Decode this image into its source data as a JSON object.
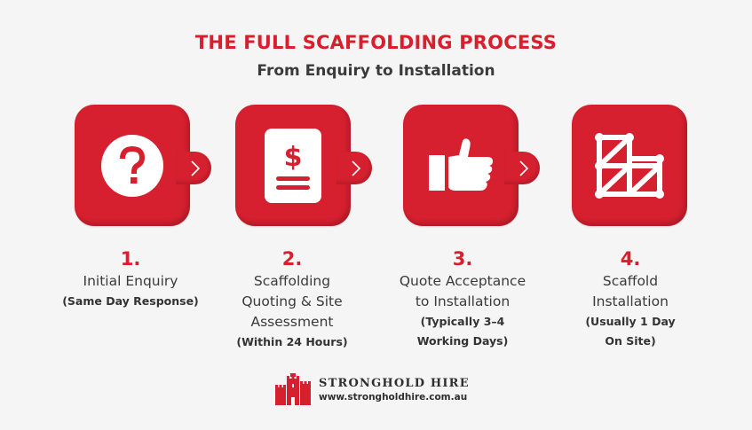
{
  "header": {
    "title": "THE FULL SCAFFOLDING PROCESS",
    "subtitle": "From Enquiry to Installation"
  },
  "colors": {
    "accent": "#d6202f",
    "text": "#3a3a3a",
    "background": "#f5f5f5"
  },
  "steps": [
    {
      "number": "1.",
      "icon": "question-mark-icon",
      "label_lines": [
        "Initial Enquiry"
      ],
      "note_lines": [
        "(Same Day Response)"
      ],
      "has_arrow": true
    },
    {
      "number": "2.",
      "icon": "quote-document-icon",
      "label_lines": [
        "Scaffolding",
        "Quoting & Site",
        "Assessment"
      ],
      "note_lines": [
        "(Within 24 Hours)"
      ],
      "has_arrow": true
    },
    {
      "number": "3.",
      "icon": "thumbs-up-icon",
      "label_lines": [
        "Quote Acceptance",
        "to Installation"
      ],
      "note_lines": [
        "(Typically 3–4",
        "Working Days)"
      ],
      "has_arrow": true
    },
    {
      "number": "4.",
      "icon": "scaffold-icon",
      "label_lines": [
        "Scaffold",
        "Installation"
      ],
      "note_lines": [
        "(Usually 1 Day",
        "On Site)"
      ],
      "has_arrow": false
    }
  ],
  "footer": {
    "brand_name": "STRONGHOLD HIRE",
    "brand_url": "www.strongholdhire.com.au",
    "logo_icon": "castle-icon"
  }
}
